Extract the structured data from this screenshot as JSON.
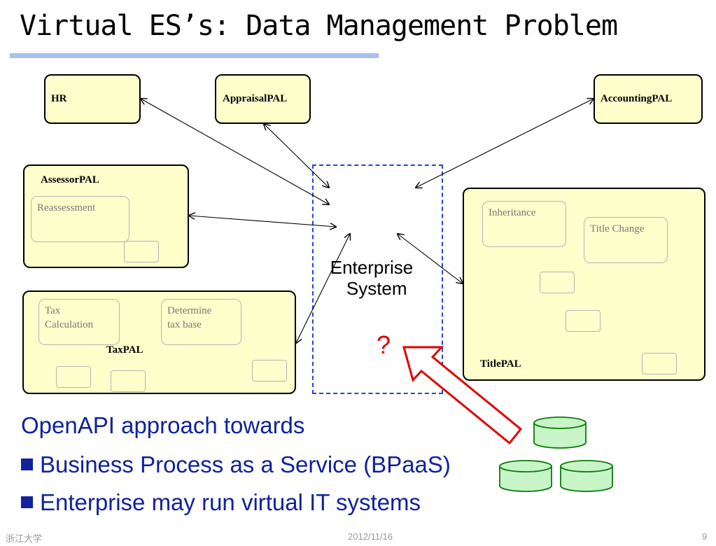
{
  "slide": {
    "title": "Virtual ES’s: Data Management Problem",
    "pals": {
      "hr": "HR",
      "appraisal": "AppraisalPAL",
      "accounting": "AccountingPAL",
      "assessor": "AssessorPAL",
      "tax": "TaxPAL",
      "title": "TitlePAL"
    },
    "processes": {
      "reassessment": "Reassessment",
      "tax_calculation": "Tax\nCalculation",
      "determine_tax_base": "Determine\ntax base",
      "inheritance": "Inheritance",
      "title_change": "Title Change"
    },
    "enterprise_system": "Enterprise\n  System",
    "question_mark": "?",
    "bullets": {
      "heading": "OpenAPI approach towards",
      "items": [
        "Business Process as a Service (BPaaS)",
        "Enterprise may run virtual IT systems"
      ]
    },
    "footer": {
      "left": "浙江大学",
      "center": "2012/11/16",
      "right": "9"
    },
    "colors": {
      "pal_fill": "#ffffcc",
      "es_border": "#2244dd",
      "bullet_text": "#10229c",
      "red_arrow": "#e00000",
      "database_fill": "#c8f5c8",
      "database_stroke": "#0a7a0a"
    }
  }
}
